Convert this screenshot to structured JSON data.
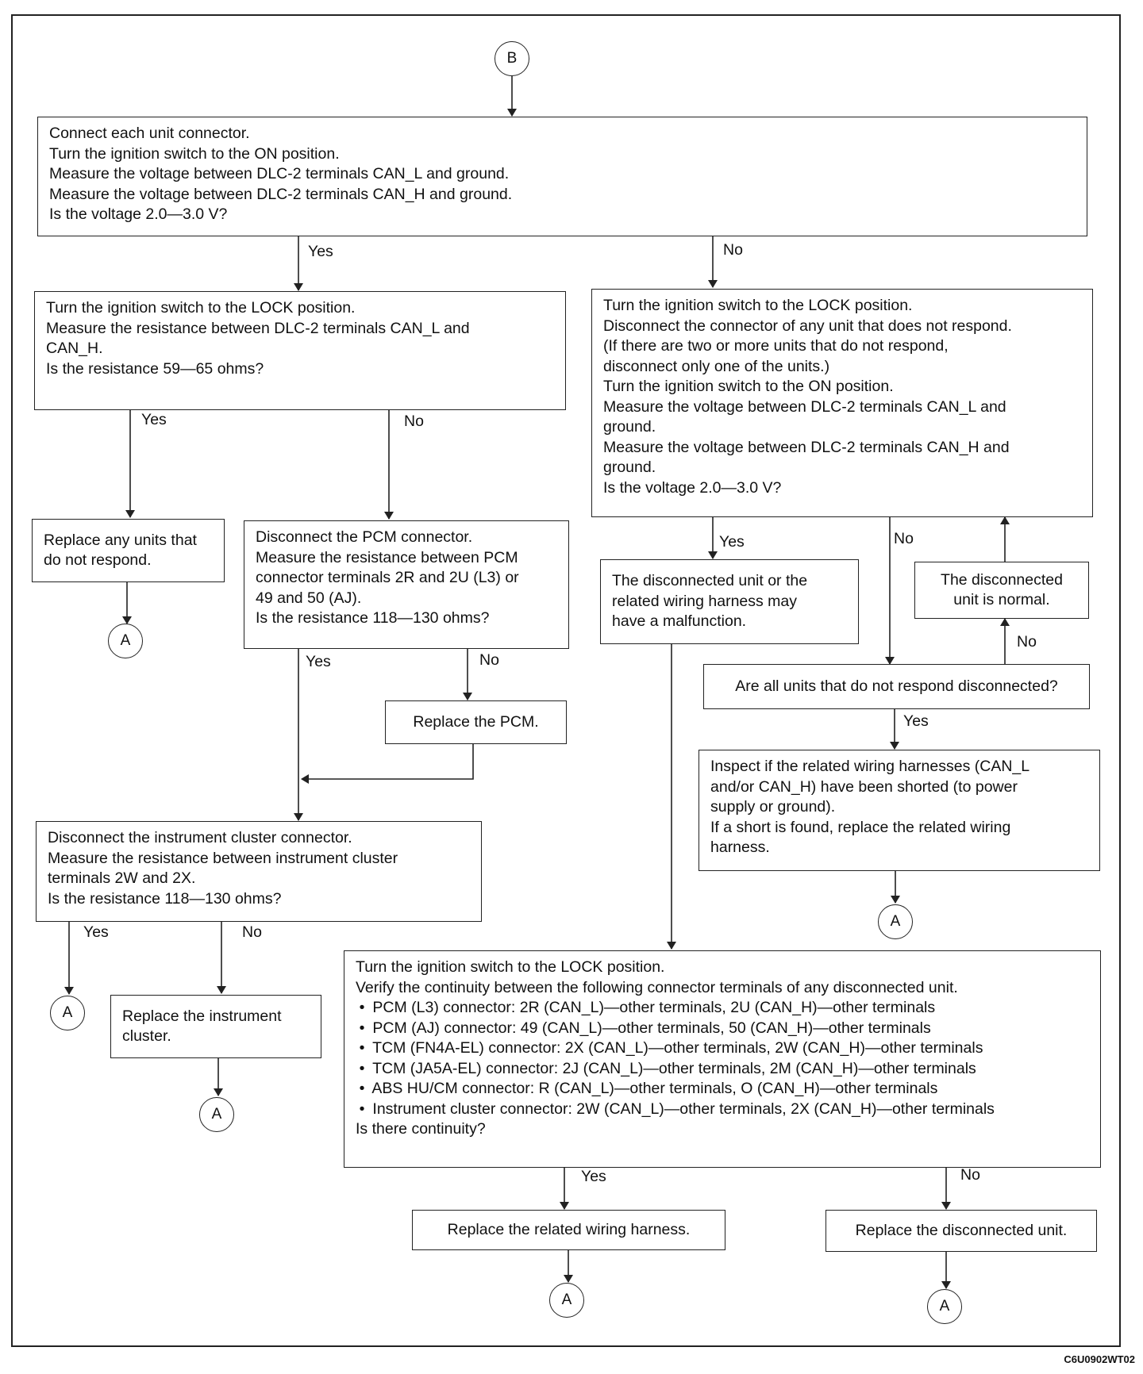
{
  "start": "B",
  "end": "A",
  "answers": {
    "yes": "Yes",
    "no": "No"
  },
  "boxes": {
    "b1": [
      "Connect each unit connector.",
      "Turn the ignition switch to the ON position.",
      "Measure the voltage between DLC-2 terminals CAN_L and ground.",
      "Measure the voltage between DLC-2 terminals CAN_H and ground.",
      "Is the voltage 2.0—3.0 V?"
    ],
    "b2": [
      "Turn the ignition switch to the LOCK position.",
      "Measure the resistance between DLC-2 terminals CAN_L and",
      "CAN_H.",
      "Is the resistance 59—65 ohms?"
    ],
    "b3": [
      "Turn the ignition switch to the LOCK position.",
      "Disconnect the connector of any unit that does not respond.",
      "(If there are two or more units that do not respond,",
      "disconnect only one of the units.)",
      "Turn the ignition switch to the ON position.",
      "Measure the voltage between DLC-2 terminals CAN_L and",
      "ground.",
      "Measure the voltage between DLC-2 terminals CAN_H and",
      "ground.",
      "Is the voltage 2.0—3.0 V?"
    ],
    "b4": [
      "Replace any units that",
      "do not respond."
    ],
    "b5": [
      "Disconnect the PCM connector.",
      "Measure the resistance between PCM",
      "connector terminals 2R and 2U (L3) or",
      "49 and 50 (AJ).",
      "Is the resistance 118—130 ohms?"
    ],
    "b6": [
      "The disconnected unit or the",
      "related wiring harness may",
      "have a malfunction."
    ],
    "b7": [
      "The disconnected",
      "unit is normal."
    ],
    "b8": [
      "Replace the PCM."
    ],
    "b9": [
      "Are all units that do not respond disconnected?"
    ],
    "b10": [
      "Inspect if the related wiring harnesses (CAN_L",
      "and/or CAN_H) have been shorted (to power",
      "supply or ground).",
      "If a short is found, replace the related wiring",
      "harness."
    ],
    "b11": [
      "Disconnect the instrument cluster connector.",
      "Measure the resistance between instrument cluster",
      "terminals 2W and 2X.",
      "Is the resistance 118—130 ohms?"
    ],
    "b12": [
      "Replace the instrument",
      "cluster."
    ],
    "b13": {
      "intro": [
        "Turn the ignition switch to the LOCK position.",
        "Verify the continuity between the following connector terminals of any disconnected unit."
      ],
      "bullet": "•",
      "items": [
        "PCM (L3) connector: 2R (CAN_L)—other terminals, 2U (CAN_H)—other terminals",
        "PCM (AJ) connector: 49 (CAN_L)—other terminals, 50 (CAN_H)—other terminals",
        "TCM (FN4A-EL) connector: 2X (CAN_L)—other terminals, 2W (CAN_H)—other terminals",
        "TCM (JA5A-EL) connector: 2J (CAN_L)—other terminals, 2M (CAN_H)—other terminals",
        "ABS HU/CM connector: R (CAN_L)—other terminals, O (CAN_H)—other terminals",
        "Instrument cluster connector: 2W (CAN_L)—other terminals, 2X (CAN_H)—other terminals"
      ],
      "question": "Is there continuity?"
    },
    "b14": [
      "Replace the related wiring harness."
    ],
    "b15": [
      "Replace the disconnected unit."
    ]
  },
  "figure_code": "C6U0902WT02"
}
